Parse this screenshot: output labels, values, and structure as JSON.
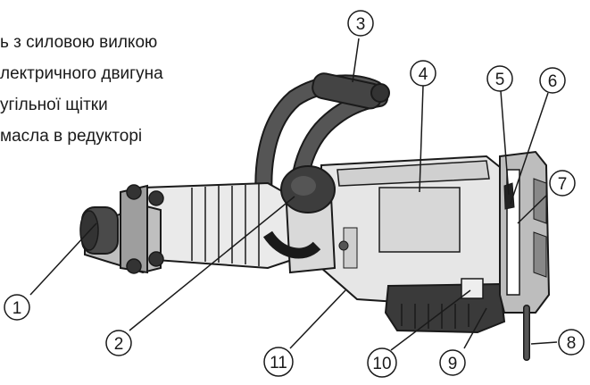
{
  "captions": [
    "ь з силовою вилкою",
    "лектричного двигуна",
    "угільної щітки",
    "масла в редукторі"
  ],
  "callouts": [
    "1",
    "2",
    "3",
    "4",
    "5",
    "6",
    "7",
    "8",
    "9",
    "10",
    "11"
  ],
  "colors": {
    "outline": "#1a1a1a",
    "body_light": "#e6e6e6",
    "body_mid": "#c8c8c8",
    "body_dark": "#3a3a3a",
    "handle": "#4a4a4a",
    "label_panel": "#d7d7d7"
  }
}
